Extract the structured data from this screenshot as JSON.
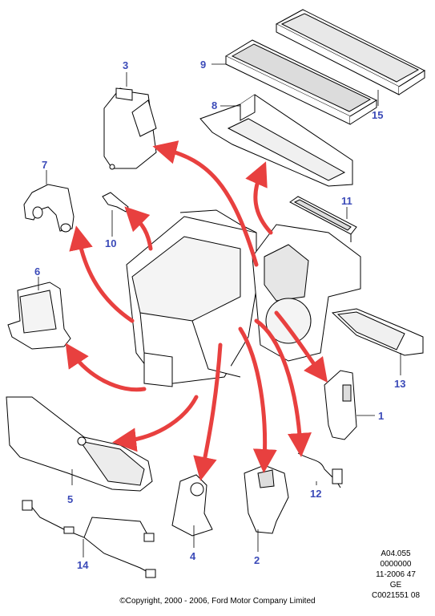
{
  "callouts": {
    "c1": "1",
    "c2": "2",
    "c3": "3",
    "c4": "4",
    "c5": "5",
    "c6": "6",
    "c7": "7",
    "c8": "8",
    "c9": "9",
    "c10": "10",
    "c11": "11",
    "c12": "12",
    "c13": "13",
    "c14": "14",
    "c15": "15"
  },
  "reference": {
    "line1": "A04.055",
    "line2": "0000000",
    "line3": "11-2006 47",
    "line4": "GE",
    "line5": "C0021551 08"
  },
  "copyright": "©Copyright, 2000 - 2006, Ford Motor Company Limited",
  "colors": {
    "arrow": "#e8403f",
    "callout": "#3b4ab8",
    "line": "#000000"
  }
}
